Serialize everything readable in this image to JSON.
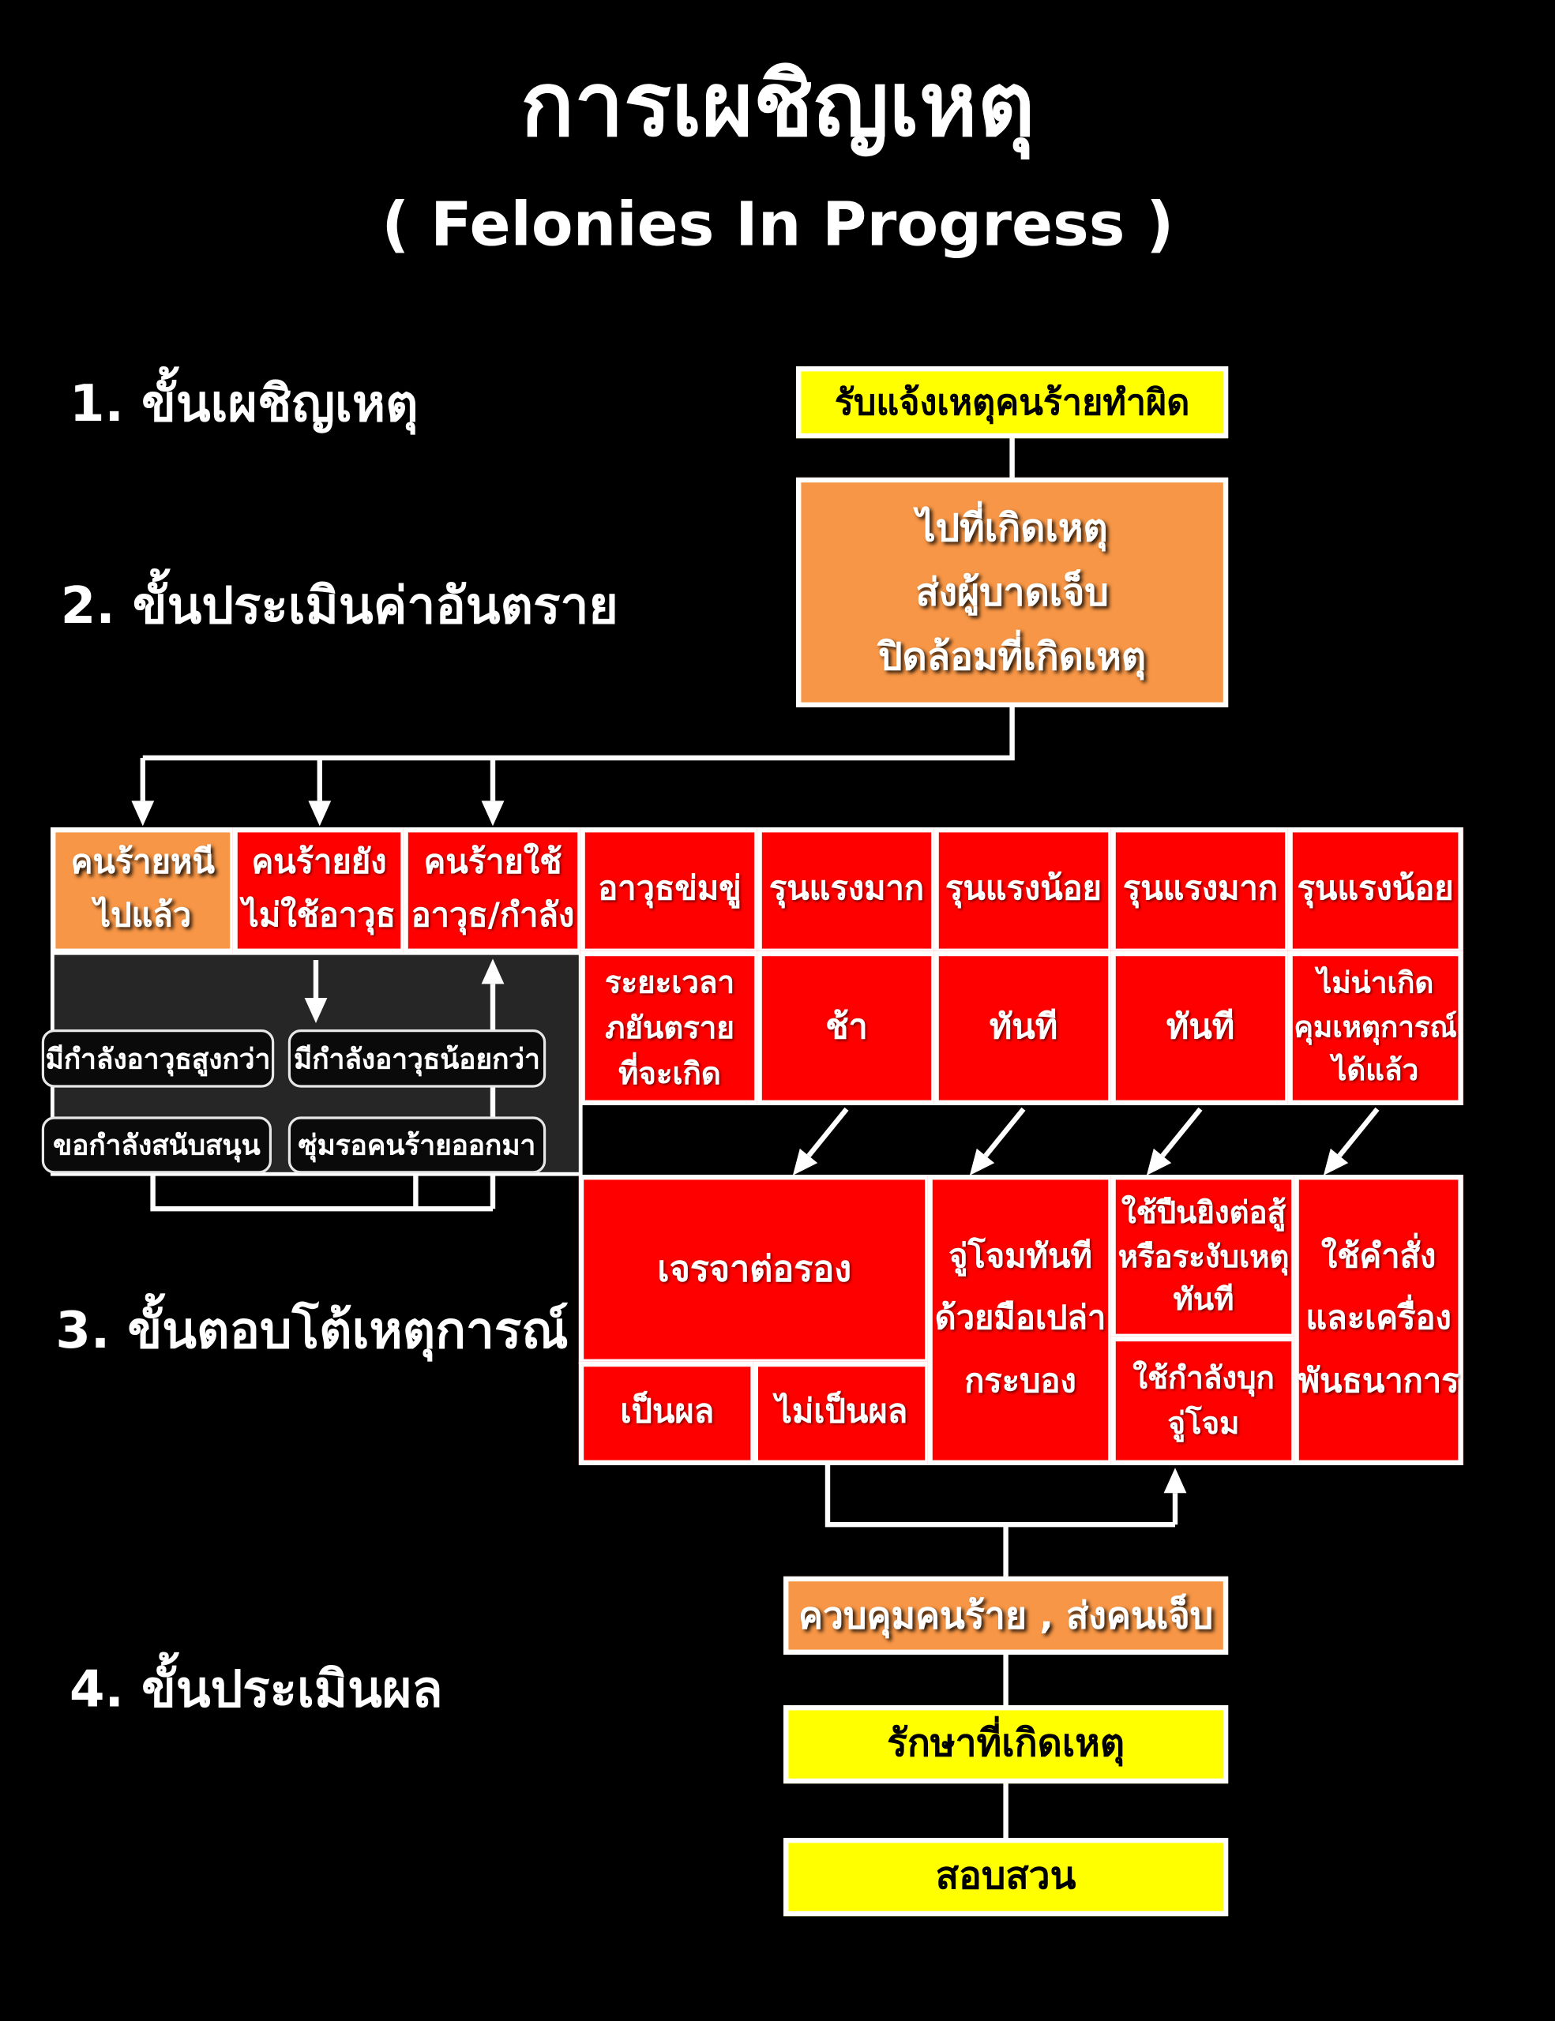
{
  "title": "การเผชิญเหตุ",
  "subtitle": "( Felonies In Progress )",
  "stage_labels": {
    "s1": "1. ขั้นเผชิญเหตุ",
    "s2": "2. ขั้นประเมินค่าอันตราย",
    "s3": "3. ขั้นตอบโต้เหตุการณ์",
    "s4": "4. ขั้นประเมินผล"
  },
  "nodes": {
    "report": "รับแจ้งเหตุคนร้ายทำผิด",
    "scene": "ไปที่เกิดเหตุ\nส่งผู้บาดเจ็บ\nปิดล้อมที่เกิดเหตุ",
    "assess": {
      "fled": "คนร้ายหนี\nไปแล้ว",
      "no_weapon": "คนร้ายยัง\nไม่ใช้อาวุธ",
      "uses_weapon": "คนร้ายใช้\nอาวุธ/กำลัง",
      "threat_weapon": "อาวุธข่มขู่",
      "severe1": "รุนแรงมาก",
      "mild1": "รุนแรงน้อย",
      "severe2": "รุนแรงมาก",
      "mild2": "รุนแรงน้อย",
      "duration": "ระยะเวลา\nภยันตราย\nที่จะเกิด",
      "slow": "ช้า",
      "immediate1": "ทันที",
      "immediate2": "ทันที",
      "unlikely": "ไม่น่าเกิด\nคุมเหตุการณ์\nได้แล้ว"
    },
    "tactics": {
      "superior": "มีกำลังอาวุธสูงกว่า",
      "inferior": "มีกำลังอาวุธน้อยกว่า",
      "support": "ขอกำลังสนับสนุน",
      "ambush": "ซุ่มรอคนร้ายออกมา"
    },
    "respond": {
      "negotiate": "เจรจาต่อรอง",
      "effective": "เป็นผล",
      "ineffective": "ไม่เป็นผล",
      "melee": "จู่โจมทันที\nด้วยมือเปล่า\nกระบอง",
      "gunfight": "ใช้ปืนยิงต่อสู้\nหรือระงับเหตุ\nทันที",
      "raid": "ใช้กำลังบุก\nจู่โจม",
      "restrain": "ใช้คำสั่ง\nและเครื่อง\nพันธนาการ"
    },
    "control": "ควบคุมคนร้าย , ส่งคนเจ็บ",
    "preserve": "รักษาที่เกิดเหตุ",
    "investigate": "สอบสวน"
  },
  "colors": {
    "background": "#000000",
    "yellow": "#FFFF00",
    "orange": "#F79646",
    "red": "#FE0000",
    "dark_panel": "#262626",
    "border": "#FFFFFF"
  }
}
